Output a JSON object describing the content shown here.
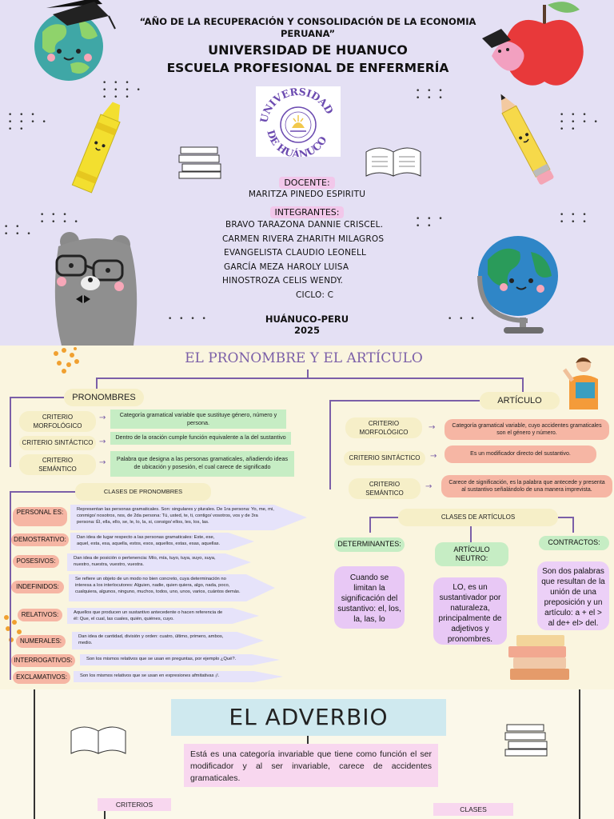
{
  "cover": {
    "motto_line1": "“AÑO DE LA RECUPERACIÓN  Y CONSOLIDACIÓN DE LA ECONOMIA",
    "motto_line2": "PERUANA”",
    "university": "UNIVERSIDAD DE HUANUCO",
    "school": "ESCUELA PROFESIONAL DE ENFERMERÍA",
    "logo_text_top": "UNIVERSIDAD",
    "logo_text_bottom": "DE HUÁNUCO",
    "docente_label": "DOCENTE:",
    "docente_name": "MARITZA PINEDO ESPIRITU",
    "integrantes_label": "INTEGRANTES:",
    "members": [
      "BRAVO TARAZONA DANNIE CRISCEL.",
      "CARMEN RIVERA ZHARITH MILAGROS",
      "EVANGELISTA CLAUDIO LEONELL",
      "GARCÍA MEZA HAROLY LUISA",
      "HINOSTROZA CELIS WENDY."
    ],
    "ciclo": "CICLO: C",
    "city": "HUÁNUCO-PERU",
    "year": "2025"
  },
  "map1": {
    "title": "EL PRONOMBRE Y EL ARTÍCULO",
    "pronombres": {
      "label": "PRONOMBRES",
      "criteria": [
        {
          "label_l1": "CRITERIO",
          "label_l2": "MORFOLÓGICO",
          "text": "Categoría gramatical variable que sustituye género, número y persona."
        },
        {
          "label_l1": "CRITERIO SINTÁCTICO",
          "label_l2": "",
          "text": "Dentro de la oración cumple función equivalente a la del sustantivo"
        },
        {
          "label_l1": "CRITERIO",
          "label_l2": "SEMÁNTICO",
          "text": "Palabra que designa a las personas gramaticales, añadiendo ideas de ubicación y posesión, el cual carece de significado"
        }
      ],
      "clases_label": "CLASES DE PRONOMBRES",
      "clases": [
        {
          "name": "PERSONAL ES:",
          "text": "Representan  las personas gramaticales. Son: singulares y plurales. De 1ra persona: Yo, me, mi, conmigo/ nosotros, nos, de 2da persona: Tú, usted, te, ti, contigo/ vosotros, vos y de 3ra persona: Él, ella, ello, se, le, lo, la, si, consigo/ ellos, les, los, las."
        },
        {
          "name": "DEMOSTRATIVO:",
          "text": "Dan idea de lugar respecto a las personas gramaticales: Este, ese, aquel, esta, esa, aquella, estos, esos, aquellos, estas, esas, aquellas."
        },
        {
          "name": "POSESIVOS:",
          "text": "Dan idea de posición o pertenencia: Mío, mía, tuyo, tuya, suyo, suya, nuestro, nuestra, vuestro, vuestra."
        },
        {
          "name": "INDEFINIDOS:",
          "text": "Se refiere  un objeto de un modo no bien concreto, cuya determinación no interesa a los interlocutores: Alguien, nadie, quien quiera, algo, nada, poco, cualquiera, algunos, ninguno, muchos, todos, uno, unos, varios, cuántos demás."
        },
        {
          "name": "RELATIVOS:",
          "text": "Aquellos que producen un sustantivo antecedente o hacen referencia de él: Que, el cual, las cuales, quién, quiénes, cuyo."
        },
        {
          "name": "NUMERALES:",
          "text": "Dan idea de cantidad, división y orden: cuatro, último, primero, ambos, medio."
        },
        {
          "name": "INTERROGATIVOS:",
          "text": "Son los mismos relativos que se usan en preguntas, por ejemplo ¿Qué?."
        },
        {
          "name": "EXCLAMATIVOS:",
          "text": "Son los mismos relativos que se usan en expresiones afmitativas ¡!."
        }
      ]
    },
    "articulo": {
      "label": "ARTÍCULO",
      "criteria": [
        {
          "label_l1": "CRITERIO",
          "label_l2": "MORFOLÓGICO",
          "text": "Categoría gramatical variable, cuyo accidentes gramaticales son el género y número."
        },
        {
          "label_l1": "CRITERIO SINTÁCTICO",
          "label_l2": "",
          "text": "Es un modificador directo del sustantivo."
        },
        {
          "label_l1": "CRITERIO",
          "label_l2": "SEMÁNTICO",
          "text": "Carece de significación, es la palabra que antecede y presenta al sustantivo señalándolo de una manera imprevista."
        }
      ],
      "clases_label": "CLASES DE ARTÍCULOS",
      "clases": [
        {
          "name": "DETERMINANTES:",
          "text": "Cuando se limitan la significación del sustantivo: el, los, la, las, lo"
        },
        {
          "name": "ARTÍCULO NEUTRO:",
          "text": "LO, es un sustantivador por naturaleza, principalmente de adjetivos y pronombres."
        },
        {
          "name": "CONTRACTOS:",
          "text": "Son dos palabras que resultan de la unión de una preposición y un artículo: a + el > al de+ el> del."
        }
      ]
    }
  },
  "map2": {
    "title": "EL ADVERBIO",
    "definition": "Está es una categoría invariable que tiene como función el ser modificador y al ser invariable, carece de accidentes gramaticales.",
    "criterios": "CRITERIOS",
    "clases": "CLASES"
  },
  "colors": {
    "cover_bg": "#e4e0f4",
    "map1_bg": "#faf5df",
    "title_purple": "#7b5fa8",
    "green_box": "#c6edc4",
    "salmon": "#f6b6a4",
    "lilac": "#e6e3fa",
    "pink_def": "#e8c8f5",
    "adverbio_title_bg": "#cfe9ef",
    "adverbio_def_bg": "#f8d7ef"
  },
  "icons": [
    "globe-icon",
    "apple-worm-icon",
    "crayon-icon",
    "pencil-icon",
    "books-icon",
    "open-book-icon",
    "bear-icon",
    "globe-stand-icon",
    "teacher-reading-icon",
    "book-stack-icon"
  ]
}
